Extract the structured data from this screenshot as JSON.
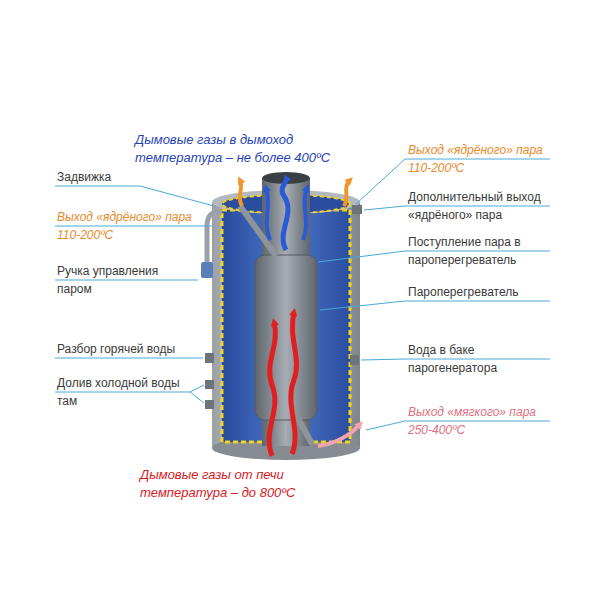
{
  "diagram": {
    "labels": [
      "Дымовые газы в дымоход температура – не более 400ºС",
      "Выход «ядрёного» пара 110-200ºС",
      "Задвижка",
      "Дополнительный выход «ядрёного» пара",
      "Выход «ядрёного» пара 110-200ºС",
      "Поступление пара в пароперегреватель",
      "Ручка управления паром",
      "Пароперегреватель",
      "Разбор горячей воды",
      "Вода в баке парогенератора",
      "Долив холодной воды там",
      "Выход «мягкого» пара 250-400ºС",
      "Дымовые газы от печи температура – до 800ºС"
    ]
  }
}
